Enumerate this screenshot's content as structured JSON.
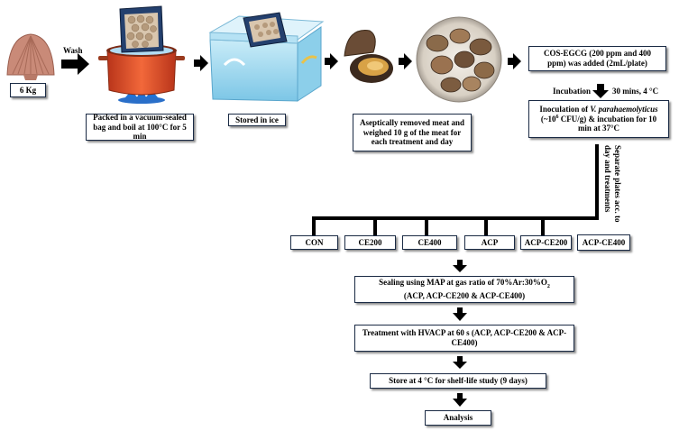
{
  "steps": {
    "weight": "6 Kg",
    "wash": "Wash",
    "boil": "Packed in a vacuum-sealed bag and boil at 100°C for 5 min",
    "ice": "Stored in ice",
    "meat": "Aseptically removed meat and weighed 10 g of the meat for each treatment and day",
    "cos_line1": "COS-EGCG (200 ppm and 400",
    "cos_line2": "ppm) was added (2mL/plate)",
    "incubation": "Incubation",
    "incubation_cond": "30 mins, 4 °C",
    "inoc_pre": "Inoculation of ",
    "inoc_species": "V. parahaemolyticus",
    "inoc_line2a": "(~10",
    "inoc_exp": "6",
    "inoc_line2b": " CFU/g) & incubation for 10",
    "inoc_line3": "min at 37°C",
    "separate_line1": "Separate plates acc. to",
    "separate_line2": "day and treatments",
    "seal_line1a": "Sealing using MAP at gas ratio of 70%Ar:30%O",
    "seal_sub": "2",
    "seal_line2": "(ACP, ACP-CE200 & ACP-CE400)",
    "hvacp": "Treatment with HVACP at 60 s (ACP, ACP-CE200 & ACP-CE400)",
    "store": "Store at 4 °C for shelf-life study (9 days)",
    "analysis": "Analysis"
  },
  "treatments": [
    "CON",
    "CE200",
    "CE400",
    "ACP",
    "ACP-CE200",
    "ACP-CE400"
  ],
  "colors": {
    "box_border": "#1a2a44",
    "arrow": "#000000",
    "pot": "#e0522a",
    "flame": "#1e73d8",
    "cooler": "#9fd8f0",
    "shell": "#c98a78",
    "meat": "#8a6a4a"
  },
  "icons": [
    "scallop-shell-icon",
    "cooking-pot-icon",
    "vacuum-bag-icon",
    "ice-cooler-icon",
    "opened-scallop-icon",
    "meat-plate-icon"
  ]
}
